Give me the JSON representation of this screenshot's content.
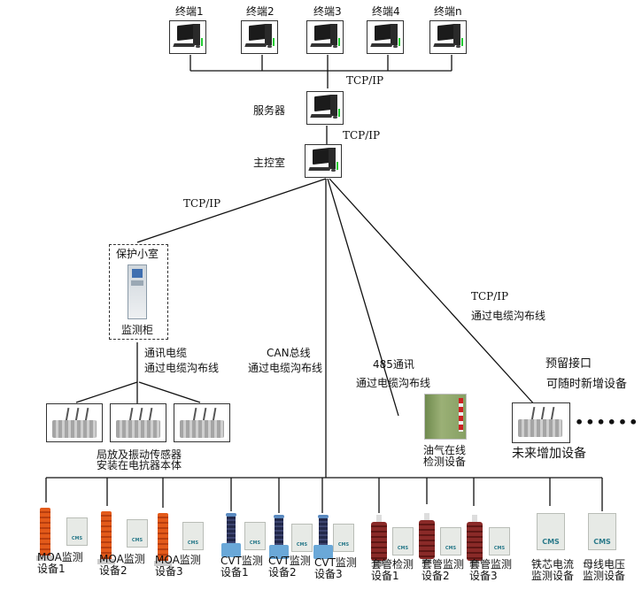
{
  "terminals": [
    {
      "label": "终端1"
    },
    {
      "label": "终端2"
    },
    {
      "label": "终端3"
    },
    {
      "label": "终端4"
    },
    {
      "label": "终端n"
    }
  ],
  "links": {
    "terminals_to_server": "TCP/IP",
    "server_to_main": "TCP/IP",
    "main_to_protection_room": "TCP/IP",
    "can_bus": {
      "line1": "CAN总线",
      "line2": "通过电缆沟布线"
    },
    "rs485": {
      "line1": "485通讯",
      "line2": "通过电缆沟布线"
    },
    "tcpip_future": {
      "line1": "TCP/IP",
      "line2": "通过电缆沟布线"
    },
    "reserved": {
      "line1": "预留接口",
      "line2": "可随时新增设备"
    },
    "cabinet_to_sensors": {
      "line1": "通讯电缆",
      "line2": "通过电缆沟布线"
    }
  },
  "server": {
    "label": "服务器"
  },
  "main_control": {
    "label": "主控室"
  },
  "protection_room": {
    "title": "保护小室",
    "cabinet_label": "监测柜"
  },
  "reactor_sensors": {
    "line1": "局放及振动传感器",
    "line2": "安装在电抗器本体"
  },
  "oil_gas": {
    "line1": "油气在线",
    "line2": "检测设备"
  },
  "future_device": {
    "label": "未来增加设备",
    "ellipsis": "••••••"
  },
  "devices": [
    {
      "type": "moa",
      "line1": "MOA监测",
      "line2": "设备1"
    },
    {
      "type": "moa",
      "line1": "MOA监测",
      "line2": "设备2"
    },
    {
      "type": "moa",
      "line1": "MOA监测",
      "line2": "设备3"
    },
    {
      "type": "cvt",
      "line1": "CVT监测",
      "line2": "设备1"
    },
    {
      "type": "cvt",
      "line1": "CVT监测",
      "line2": "设备2"
    },
    {
      "type": "cvt",
      "line1": "CVT监测",
      "line2": "设备3"
    },
    {
      "type": "bushing",
      "line1": "套管检测",
      "line2": "设备1"
    },
    {
      "type": "bushing",
      "line1": "套管监测",
      "line2": "设备2"
    },
    {
      "type": "bushing",
      "line1": "套管监测",
      "line2": "设备3"
    },
    {
      "type": "cms",
      "line1": "铁芯电流",
      "line2": "监测设备"
    },
    {
      "type": "cms",
      "line1": "母线电压",
      "line2": "监测设备"
    }
  ],
  "cms_text": "CMS"
}
